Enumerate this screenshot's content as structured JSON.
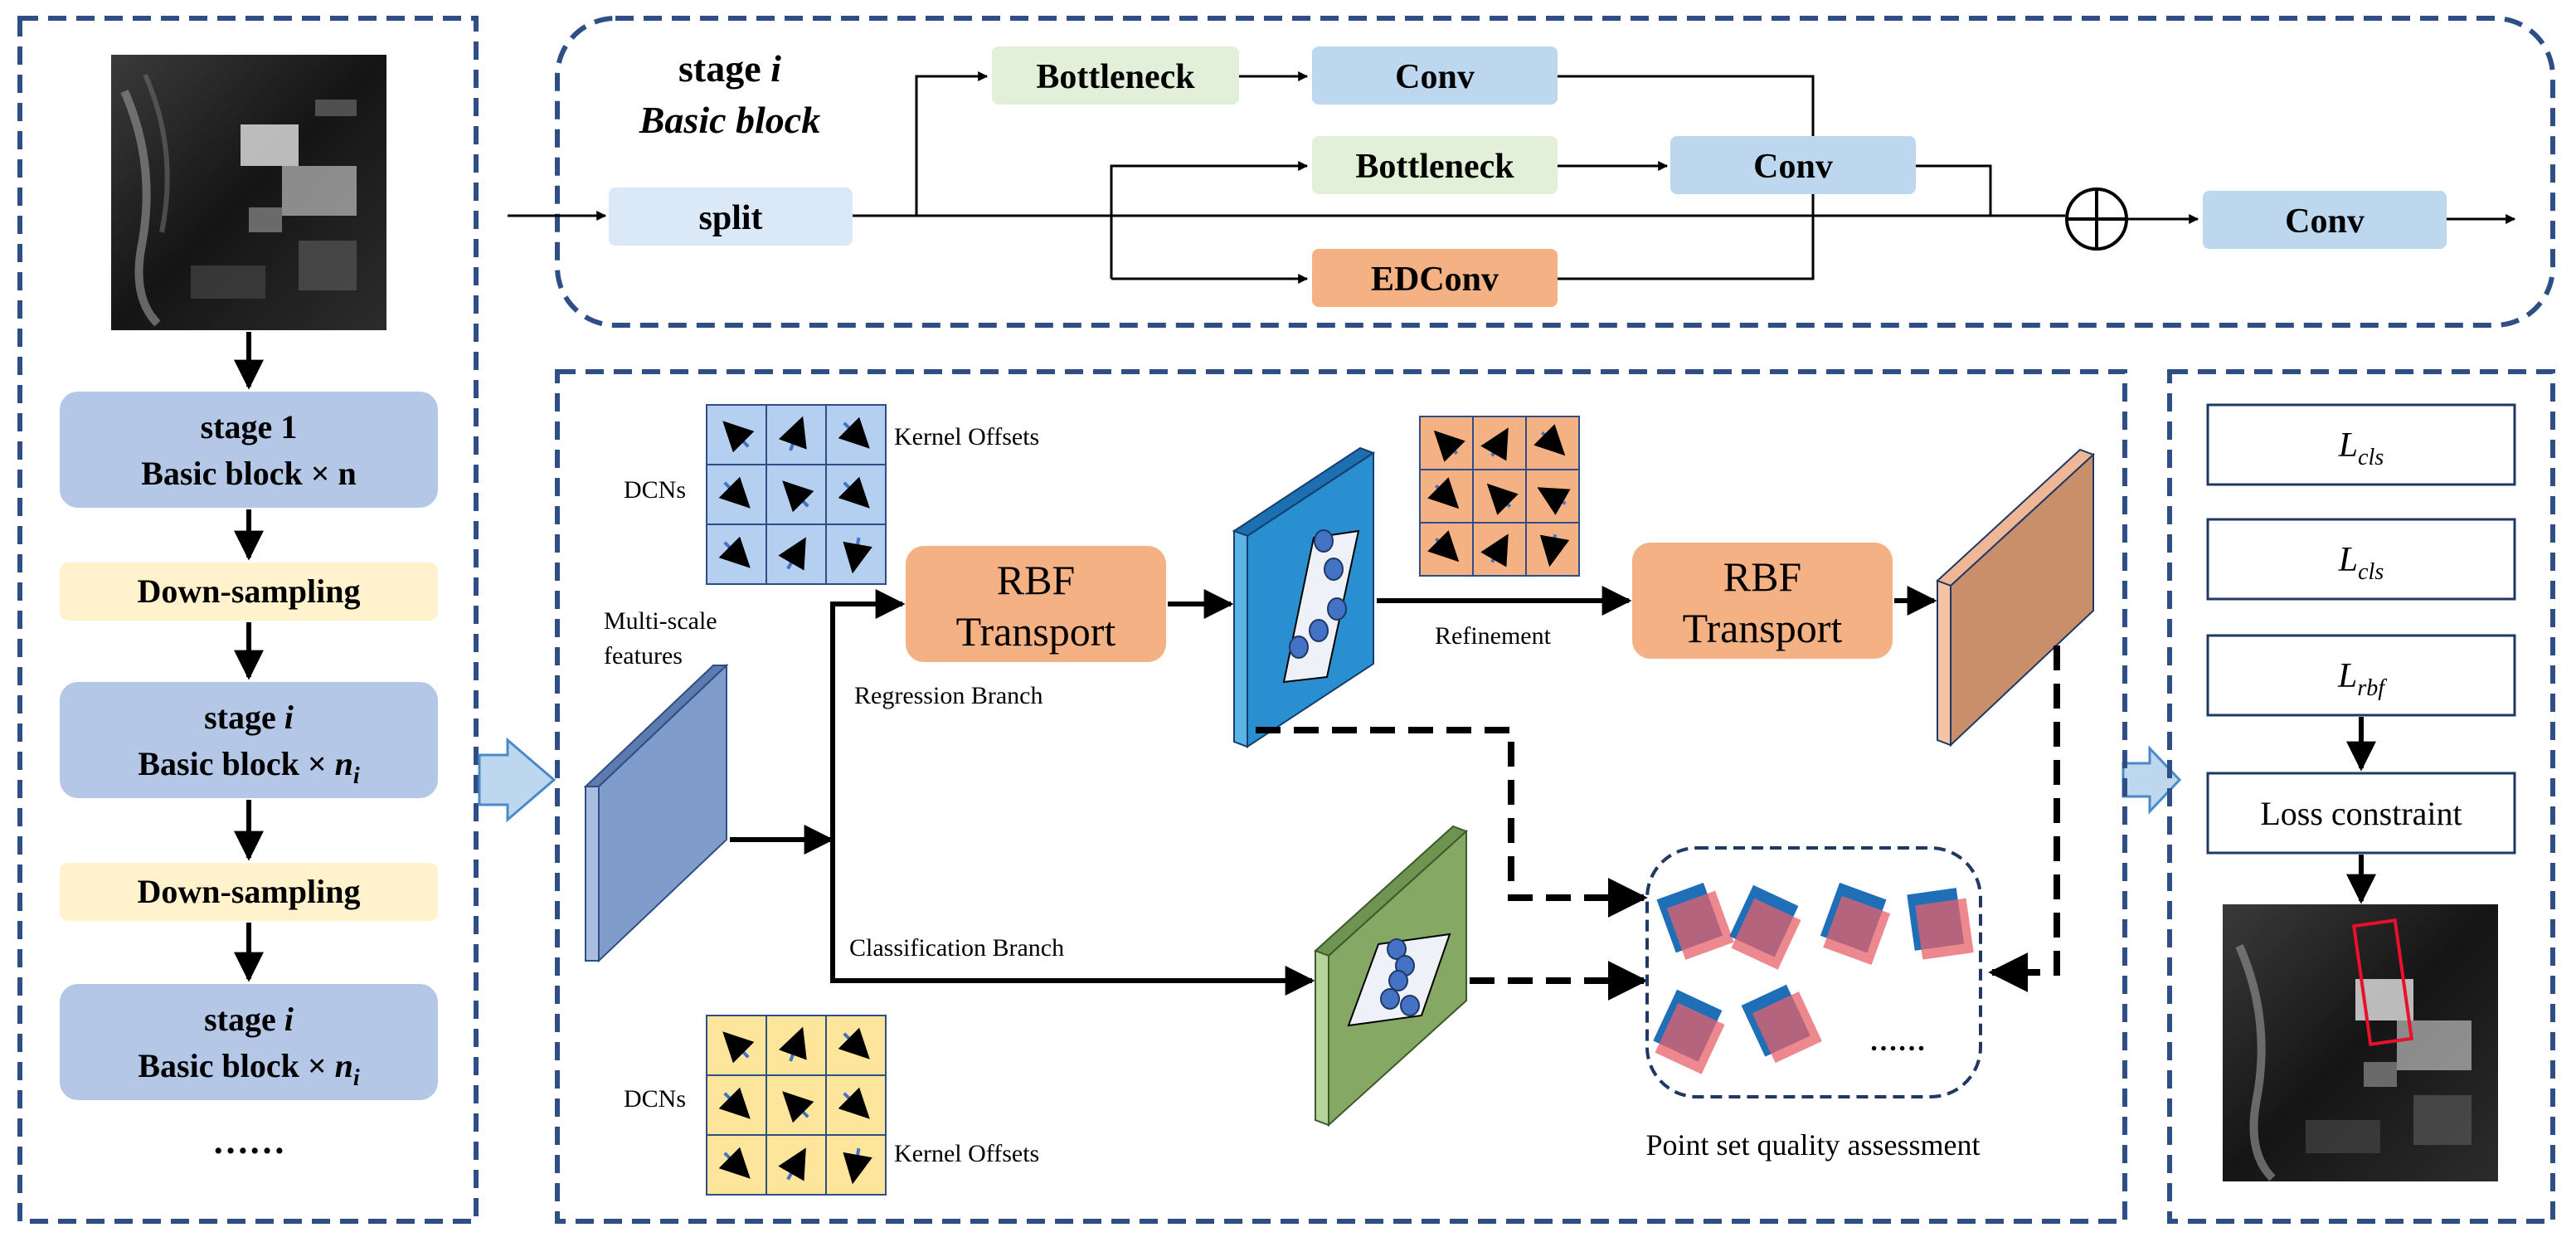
{
  "left_panel": {
    "stage1": {
      "line1": "stage 1",
      "line2": "Basic block × n"
    },
    "downsample_1": "Down-sampling",
    "stage_i_a": {
      "line1": "stage ",
      "line1_italic": "i",
      "line2": "Basic block × ",
      "line2_n": "n",
      "line2_sub": "i"
    },
    "downsample_2": "Down-sampling",
    "stage_i_b": {
      "line1": "stage ",
      "line1_italic": "i",
      "line2": "Basic block × ",
      "line2_n": "n",
      "line2_sub": "i"
    },
    "ellipsis": "……"
  },
  "top_panel": {
    "title_stage": "stage ",
    "title_i": "i",
    "title_block": "Basic block",
    "split": "split",
    "bottleneck_1": "Bottleneck",
    "conv_1": "Conv",
    "bottleneck_2": "Bottleneck",
    "conv_2": "Conv",
    "edconv": "EDConv",
    "conv_out": "Conv"
  },
  "middle_panel": {
    "kernel_offsets_top": "Kernel Offsets",
    "dcns_top": "DCNs",
    "multiscale_line1": "Multi-scale",
    "multiscale_line2": "features",
    "rbf1_line1": "RBF",
    "rbf1_line2": "Transport",
    "rbf2_line1": "RBF",
    "rbf2_line2": "Transport",
    "regression_branch": "Regression Branch",
    "refinement": "Refinement",
    "classification_branch": "Classification Branch",
    "dcns_bottom": "DCNs",
    "kernel_offsets_bottom": "Kernel Offsets",
    "quality_ellipsis": "……",
    "quality_caption": "Point set quality assessment"
  },
  "right_panel": {
    "loss1_main": "L",
    "loss1_sub": "cls",
    "loss2_main": "L",
    "loss2_sub": "cls",
    "loss3_main": "L",
    "loss3_sub": "rbf",
    "loss_constraint": "Loss constraint"
  },
  "colors": {
    "dash_border": "#2e4e86",
    "stage_block": "#b4c7e7",
    "downsample": "#fff2cc",
    "light_blue": "#bdd7ee",
    "split_fill": "#dae8f7",
    "bottleneck": "#e2f0d9",
    "edconv": "#f4b183",
    "rbf": "#f4b183",
    "feature_blue": "#7f9ccb",
    "feature_cyan": "#2a8fd0",
    "feature_green": "#86a865",
    "feature_orange": "#d7a07c",
    "dcn_blue_cell": "#b4cff0",
    "dcn_yellow_cell": "#fde69b",
    "dcn_orange_cell": "#f4b183",
    "arrow_blue": "#4472c4",
    "box_blue": "#1f6fb8",
    "box_red": "#e8606a",
    "box_overlap": "#7a3b5a"
  }
}
